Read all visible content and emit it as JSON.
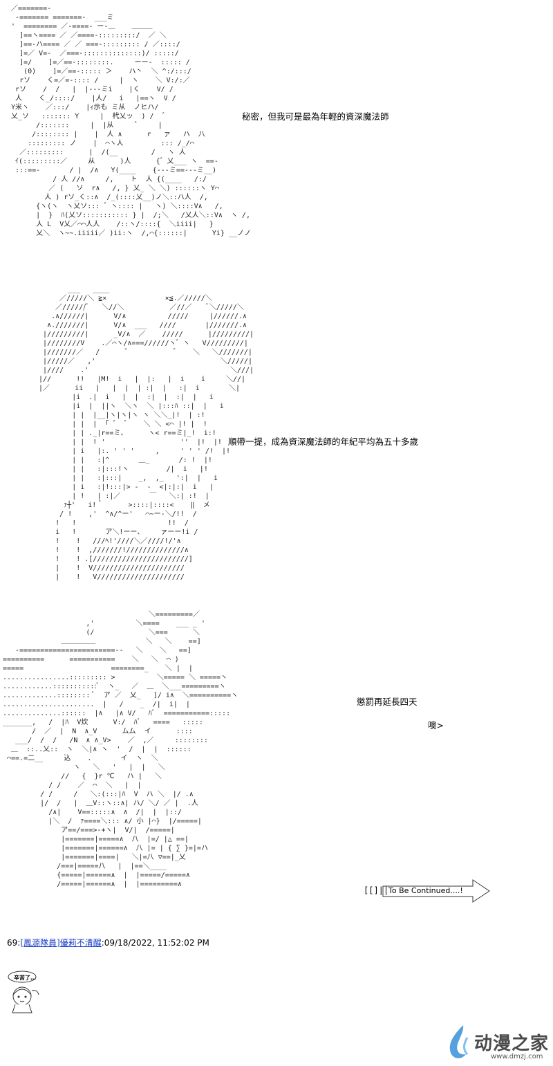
{
  "art": {
    "block1": "  ／=======-\n   -======= =======-  ___ミ\n  '  ======== ／-====- ー-＿    ＿＿＿\n    ]==ヽ==== ／ ／====-:::::::::/  ／ ＼\n    ]==-ハ==== ／ ／ ===-::::::::: / ／::::/\n    ]=／ V=-  ／===-::::::::::::::)/ :::::/\n    ]=/    ]=／==-::::::::.     ーー-  ::::: /\n     (0)    ]=／==-::::: ＞    ハ丶  ＼ ^:/:::/\n    rソ    く=／=-:::: /     |  ヽ    ＼ V:/:／\n   rソ    /  /   |  |---ミi    |く    V/ /\n   人    く_/::::/    |人/   i   |==ヽ  V /\n  Y米ヽ    ／:::/    |ｨ示も ミ从  ノヒハ/\n  乂_ソ   ::::::: Y     |  杙乂ッ  ) /  ゛\n        /:::::::     |  |从     ゛    |\n       /:::::::: |    |  人 ∧      r   ァ   ハ  八\n      ::::::::: ノ    |  ⌒ヽ人         ::: /_/⌒\n    ／:::::::::      |  /(__        /   ヽ 人\n   ｲ(:::::::::／     从      )人      {゛乂___ ヽ  ==-\n   :::==-       / |  /∧   Y(____    {---ミ==---ミ__)\n            / 人 //∧     /,    ト  人 {(____   /:/\n           ／ (   ソ  r∧   /, } 乂_ ＼ ＼) ::::::ヽ Y⌒\n          人 ) rソ_く::∧  /_(::::乂__)ノ＼::ハ人  /,\n        {ヽ(ヽ  ヽ乂ソ::: ゛ヽ:::: |   ヽ) ＼::::V∧   /,\n        |  }  ﾊ(乂ソ::::::::::: } |  /;＼   /乂人＼::V∧  ヽ /,\n        人 L  V乂／⌒⌒人人    /::ヽ/::::{  ＼iiii|   }\n        乂＼  ヽ~~.iiiii／ )ii:ヽ  /,⌒{::::::|      Yi} __ノノ",
    "block2": "         ___   ____\n       ／/////＼ ≧×              ×≦.／/////＼\n      ／//////ﾞ   ＼//＼           ／//／    ﾞ＼/////＼\n     .∧//////|      V/∧          /////     |//////.∧\n    ∧.///////|      V/∧  ___   ////       |///////.∧\n   |/////////|      _V/∧  ／    /////      |/////////|\n   |////////V    .／⌒ヽ/∧===//////ヽ゛ヽ   V/////////|\n   |///////／   /      ゛          ゛   ＼   ＼///////|\n   |/////／   ,'                              ＼/////|\n   |////    .'                                  ＼///|\n  |//      !!   |M!  i   |  |:   |  i    i     ＼//|\n  |／      ii   |   |  |  | :|  |   :|  i       ＼|\n          |i  .|  i   |  |  :|  |  :|  |   i\n          |i  |  ||ヽ  ＼ヽ  ＼ |:::ﾊ ::|  |   i\n          | |  |__|ヽ|ヽ|ヽ ヽ ＼＼_|!  | :!\n          | |  |  ｢ ゛ ゛   ＼ ＼ <⌒ |! |  !\n          | | ._|r==ミ、     ヽ< r==ミ|_!  i:!\n          | |  ! '                  ''  |!  |!\n          | i   |:. ' ' '     ,     ' ' ' /!  |!\n          | |   :|^       ＿_       /: !  |!\n          | |   :|:::!ヽ         /|  i   |!\n          | |   :|:::|    _,  ,_   ':|  |   i\n          | i   :|!:::|> -  -  <|:|:|  i   |\n          | !   | :|／       ￣   ＼:| :!  |\n        ｧ┼'   i!＾      >::::|::::<    ‖  メ\n       / !    ,'  ^∧/^ー'   ⌒~ー-＼/!!  /\n      !   !                      !!  /\n      i   !       ア＼!ーー、    ァーー!i /\n      !    !   ///ﾍ!'////＼／////!/'∧\n      !    !  ,///////!//////////////∧\n      !    ! .[///////////////////////]\n      |    !  V//////////////////////\n      |    !   V/////////////////////",
    "block3": "                                   ＼=========／\n                    ,'          ＼====    ___ _ '\n                    (/             ＼===      ＼\n              ＿＿＿＿＿            ＼   ＼    ==]\n   -=======================--   ＼    ＼   ==]\n==========      ===========    ＼   ＼  ⌒ )\n=====                     ========_    ＼ |  |\n................::::::::: >          ＼===== ＼ =====ヽ\n............:::::::::::ﾞ  ヽ_   ／  ＿  ＼___=========ヽ\n.............:::::::: ﾞ  ア ／  乂_   ]/ i∧  ＼==========ヽ\n......................  |   /    _  /|  i|  |\n..............::::::  |∧   |∧ V/   ﾊﾞ  ===========:::::\n_______,   /  |ﾊ  V炊      V:/  ﾊﾞ   ====   :::::\n       /  ／  |  N  ∧_V      ムム  イ      ::::\n   ___/  /  /   /N  ∧ ∧_V>    ／  ,／     ::::::::\n  ＿  ::..乂::  ヽ  ＼|∧ ヽ  '  /  |  |  ::::::\n ⌒==.=二__     込    .       イ  ヽ  ＼\n                 ヽ   ＼   '   |  |   ＼\n              //   {  }r ℃   ハ |   ＼\n           / /    ／  ⌒  ＼   |  |\n         / /     /   ＼:(:::|ﾊ  V  ハ ＼  |/ .∧\n         |/  /   |  ＿V::ヽ::∧| ハ/ ＼/ ／ |  .人\n           /∧|    V==:::::∧  ∧  /|  |  |::/\n           |＼  /  ｧ====＼::: ∧/ 小 |⌒}  |/=====|\n              ア==/===>-+ヽ|  V/|  /=====|\n              |=======|=====∧  八  |=/ |△ ==|\n              |=======|======∧  八 |= | { ∑ }=|=ハ\n              |=======|====|   ＼|=八 ▽==|_乂\n             /===|=====八   |  |==＼____\n             {=====|======∧  |  |=====/=====∧\n             /=====|======∧  |  |=========∧"
  },
  "dialogue": {
    "line1": "秘密，但我可是最為年輕的資深魔法師",
    "line2": "順帶一提，成為資深魔法師的年紀平均為五十多歲",
    "line3": "懲罰再延長四天",
    "line4": "噢>"
  },
  "tbc": {
    "bracket": "[[]||",
    "text": "To Be Continued....!"
  },
  "post": {
    "number": "69",
    "sep": ":",
    "user_link": "[鳳源隊員]",
    "user_name": "優莉不清醒",
    "timestamp": ":09/18/2022, 11:52:02 PM"
  },
  "sticker": {
    "text": "辛苦了…"
  },
  "watermark": {
    "text": "动漫之家",
    "url": "www.dmzj.com"
  },
  "colors": {
    "link": "#1a3cc8",
    "watermark_blue": "#3a8fd8"
  }
}
